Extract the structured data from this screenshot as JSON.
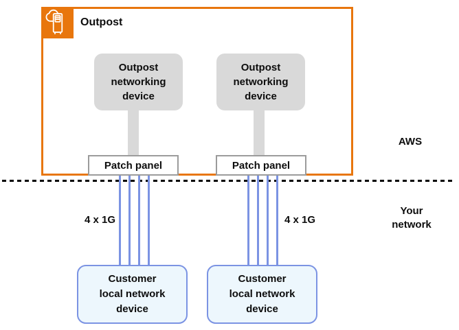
{
  "outpost": {
    "label": "Outpost",
    "networking_devices": [
      {
        "label": "Outpost\nnetworking\ndevice"
      },
      {
        "label": "Outpost\nnetworking\ndevice"
      }
    ],
    "patch_panels": [
      {
        "label": "Patch panel"
      },
      {
        "label": "Patch panel"
      }
    ]
  },
  "links": {
    "per_panel_count": 4,
    "labels": [
      {
        "text": "4 x 1G"
      },
      {
        "text": "4 x 1G"
      }
    ]
  },
  "regions": {
    "aws": "AWS",
    "customer": "Your\nnetwork"
  },
  "customer_devices": [
    {
      "label": "Customer\nlocal network\ndevice"
    },
    {
      "label": "Customer\nlocal network\ndevice"
    }
  ],
  "icons": {
    "outpost": "outpost-cloud-server-icon"
  },
  "colors": {
    "outpost_border": "#E8760D",
    "outpost_icon_bg": "#E8760D",
    "device_fill": "#D9D9D9",
    "panel_border": "#9B9B9B",
    "link_blue": "#7B93E3",
    "customer_fill": "#EDF7FD",
    "customer_border": "#7B93E3",
    "boundary_dash": "#000000"
  }
}
